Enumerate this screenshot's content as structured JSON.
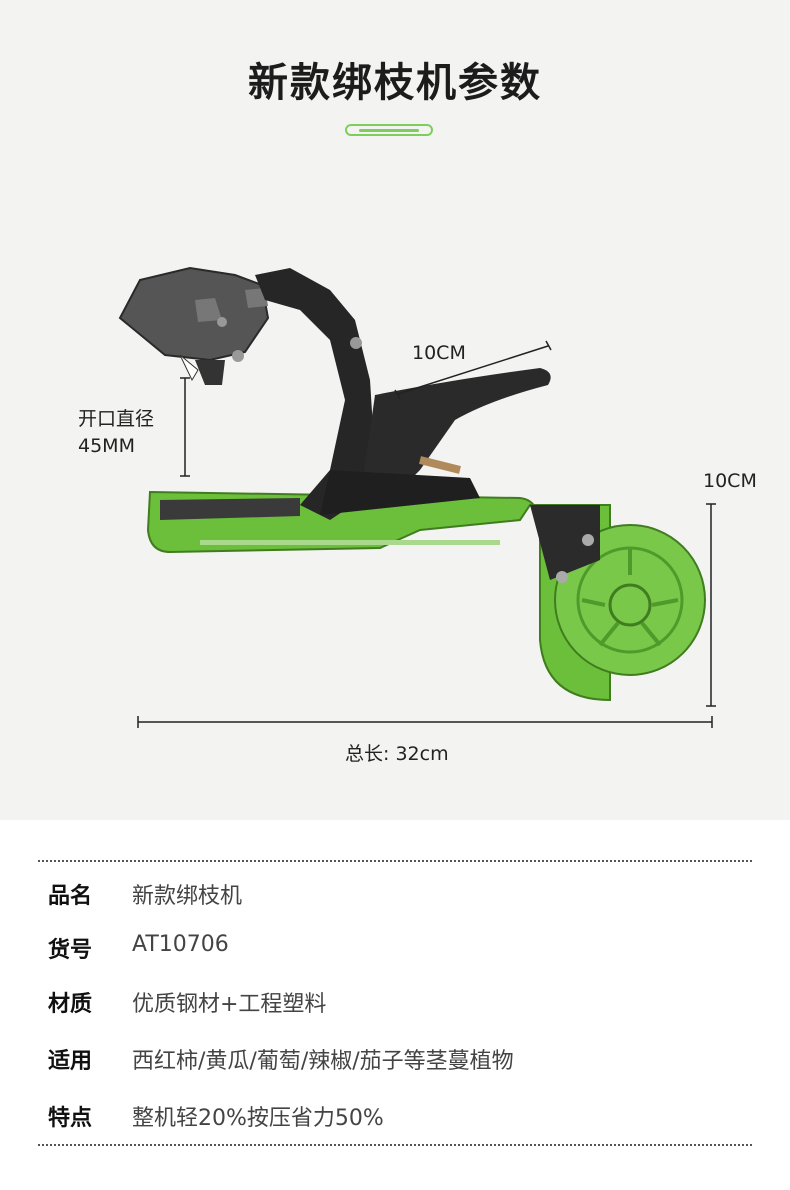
{
  "title": "新款绑枝机参数",
  "dimensions": {
    "handle_length": "10CM",
    "opening_label": "开口直径",
    "opening_value": "45MM",
    "height": "10CM",
    "total_length": "总长: 32cm"
  },
  "colors": {
    "accent_green": "#7dce5a",
    "body_green": "#6cbf3a",
    "metal_dark": "#2b2b2b"
  },
  "specs": [
    {
      "key": "品名",
      "value": "新款绑枝机"
    },
    {
      "key": "货号",
      "value": "AT10706"
    },
    {
      "key": "材质",
      "value": "优质钢材+工程塑料"
    },
    {
      "key": "适用",
      "value": "西红柿/黄瓜/葡萄/辣椒/茄子等茎蔓植物"
    },
    {
      "key": "特点",
      "value": "整机轻20%按压省力50%"
    }
  ]
}
